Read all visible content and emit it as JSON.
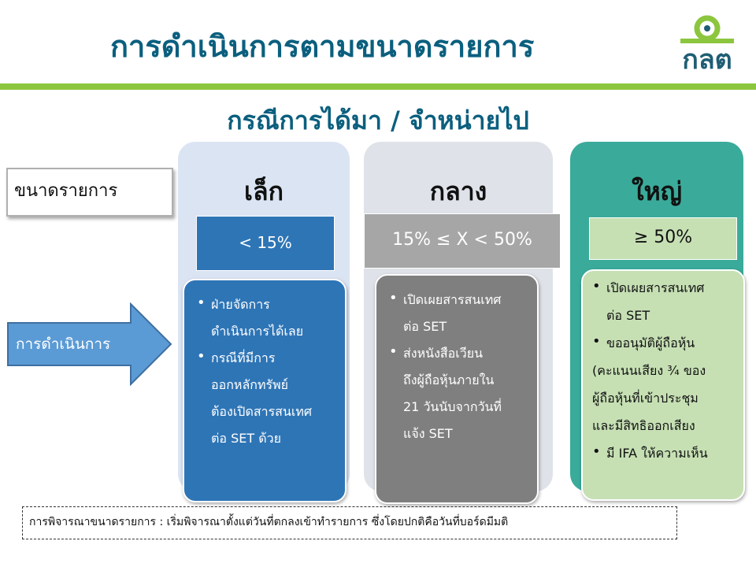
{
  "slide": {
    "title": "การดำเนินการตามขนาดรายการ",
    "subtitle": "กรณีการได้มา / จำหน่ายไป",
    "logo_text": "กลต",
    "row_label": "ขนาดรายการ",
    "action_label": "การดำเนินการ",
    "colors": {
      "title": "#0b5f7e",
      "green_bar": "#8cc63f",
      "small_card": "#2e75b6",
      "mid_card": "#7f7f7f",
      "big_column": "#3aab9b",
      "big_card": "#c6e0b4"
    }
  },
  "columns": {
    "small": {
      "heading": "เล็ก",
      "threshold": "<  15%",
      "bullets": [
        [
          "ฝ่ายจัดการ",
          "ดำเนินการได้เลย"
        ],
        [
          "กรณีที่มีการ",
          "ออกหลักทรัพย์",
          "ต้องเปิดสารสนเทศ",
          "ต่อ SET ด้วย"
        ]
      ]
    },
    "mid": {
      "heading": "กลาง",
      "threshold": "15% ≤ X < 50%",
      "bullets": [
        [
          "เปิดเผยสารสนเทศ",
          "ต่อ SET"
        ],
        [
          "ส่งหนังสือเวียน",
          "ถึงผู้ถือหุ้นภายใน",
          "21 วันนับจากวันที่",
          "แจ้ง SET"
        ]
      ]
    },
    "big": {
      "heading": "ใหญ่",
      "threshold": "≥  50%",
      "bullets": [
        [
          "เปิดเผยสารสนเทศ",
          "ต่อ SET"
        ],
        [
          "ขออนุมัติผู้ถือหุ้น",
          "(คะแนนเสียง ¾ ของ",
          "ผู้ถือหุ้นที่เข้าประชุม",
          "และมีสิทธิออกเสียง"
        ],
        [
          "มี IFA ให้ความเห็น"
        ]
      ]
    }
  },
  "footnote": "การพิจารณาขนาดรายการ :  เริ่มพิจารณาตั้งแต่วันที่ตกลงเข้าทำรายการ ซึ่งโดยปกติคือวันที่บอร์ดมีมติ"
}
